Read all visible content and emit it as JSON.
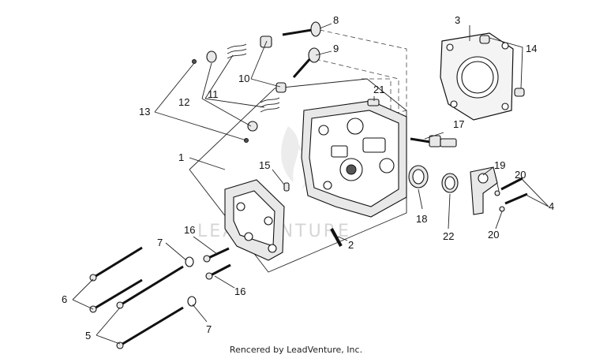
{
  "diagram": {
    "watermark": "LEADVENTURE",
    "credit": "Rencered by LeadVenture, Inc.",
    "callouts": {
      "c1": "1",
      "c2": "2",
      "c3": "3",
      "c4": "4",
      "c5": "5",
      "c6": "6",
      "c7a": "7",
      "c7b": "7",
      "c8": "8",
      "c9": "9",
      "c10": "10",
      "c11": "11",
      "c12": "12",
      "c13": "13",
      "c14": "14",
      "c15": "15",
      "c16a": "16",
      "c16b": "16",
      "c17": "17",
      "c18": "18",
      "c19": "19",
      "c20a": "20",
      "c20b": "20",
      "c21": "21",
      "c22": "22"
    }
  }
}
